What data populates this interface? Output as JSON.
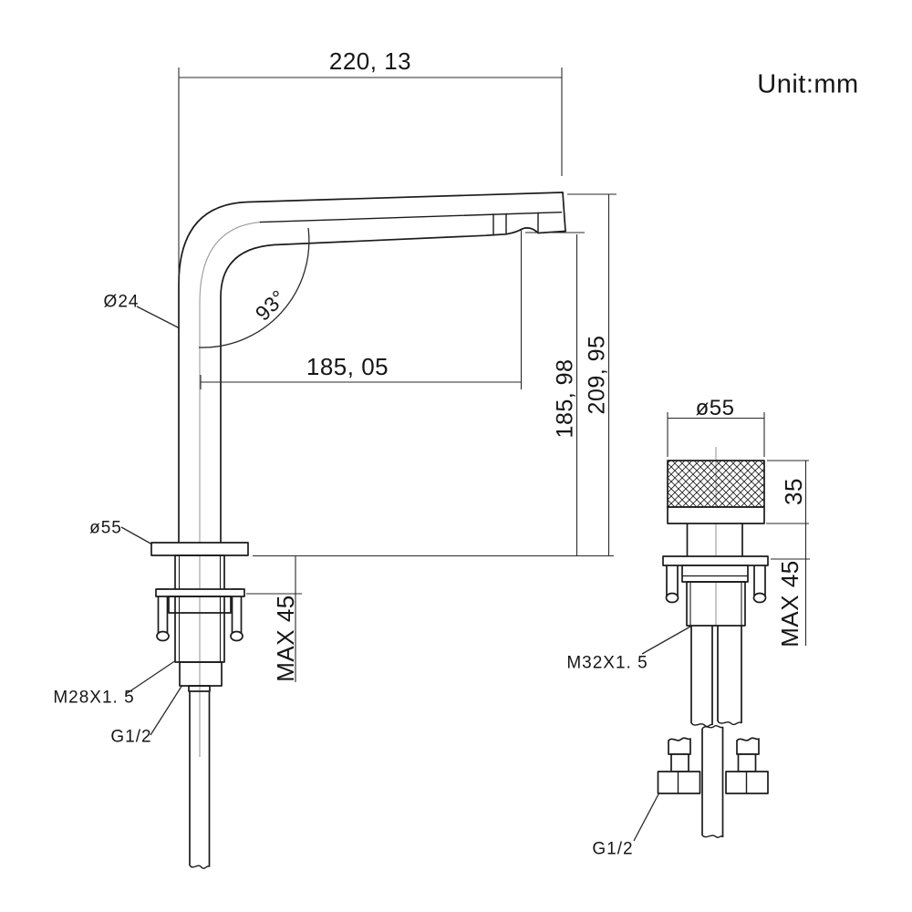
{
  "drawing": {
    "unit_note": "Unit:mm",
    "front_view": {
      "top_width_dim": "220, 13",
      "spout_tube_dia": "Ø24",
      "spout_angle": "93°",
      "reach_dim": "185, 05",
      "spout_height_dim": "185, 98",
      "overall_height_dim": "209, 95",
      "base_dia": "ø55",
      "max_deck_thickness": "MAX 45",
      "shank_thread": "M28X1. 5",
      "inlet_thread": "G1/2"
    },
    "side_view": {
      "knob_dia": "ø55",
      "knob_height_dim": "35",
      "max_deck_thickness": "MAX 45",
      "shank_thread": "M32X1. 5",
      "inlet_thread": "G1/2"
    }
  }
}
